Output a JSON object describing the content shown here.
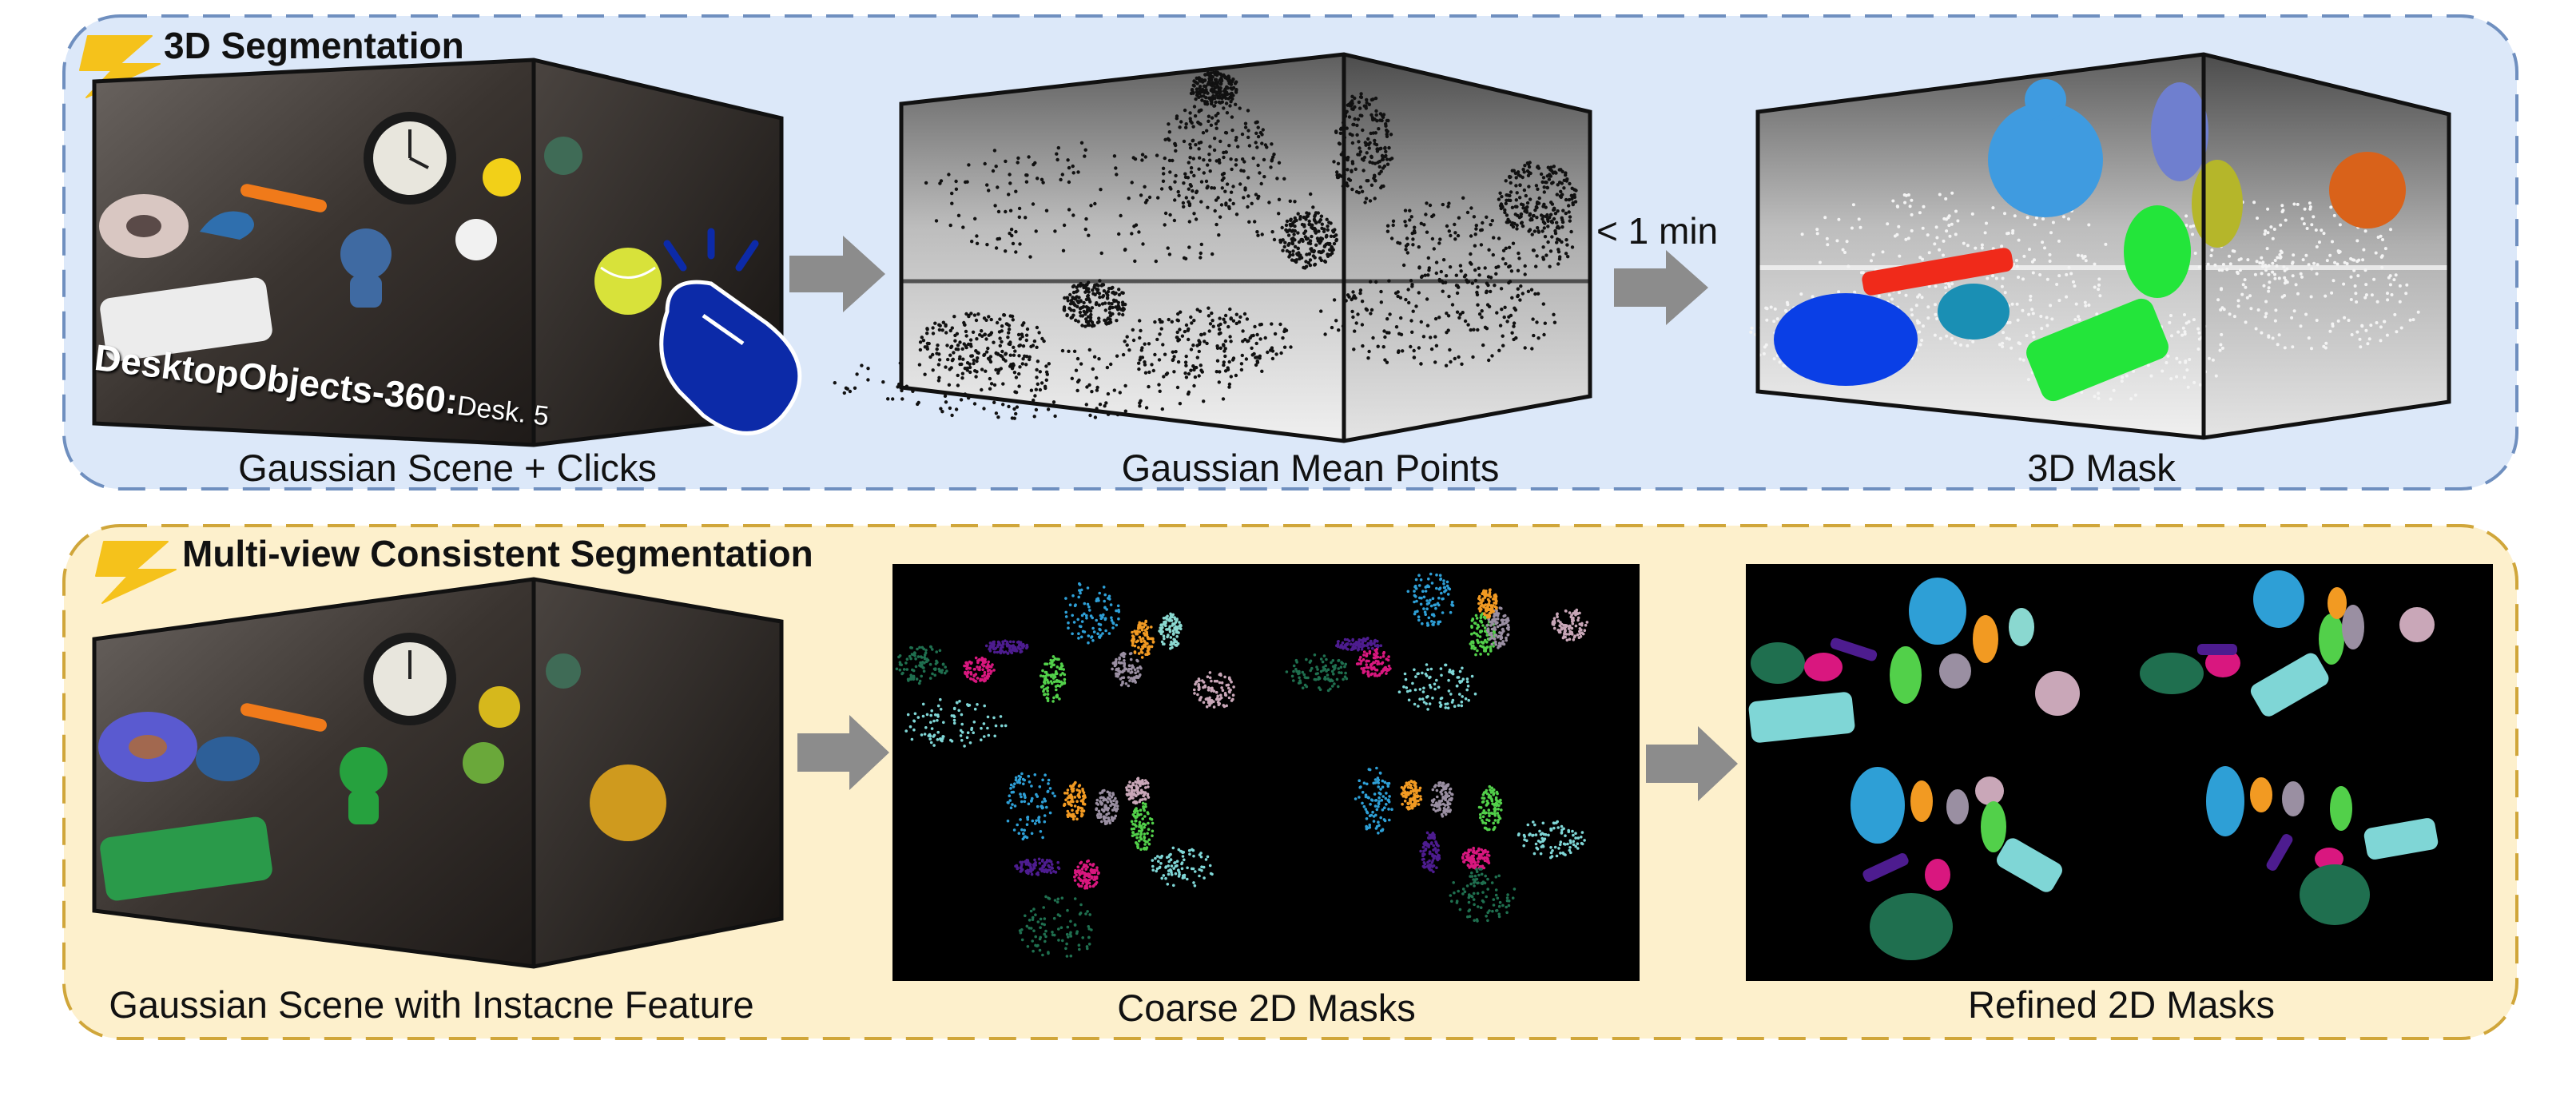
{
  "panels": {
    "top": {
      "title": "3D Segmentation",
      "captions": {
        "scene": "Gaussian Scene + Clicks",
        "points": "Gaussian Mean Points",
        "mask": "3D Mask"
      },
      "dataset_label": "DesktopObjects-360:",
      "dataset_sublabel": "Desk. 5",
      "time_label": "< 1 min"
    },
    "bottom": {
      "title": "Multi-view Consistent Segmentation",
      "captions": {
        "scene": "Gaussian Scene with Instacne Feature",
        "coarse": "Coarse 2D Masks",
        "refined": "Refined 2D Masks"
      }
    }
  },
  "colors": {
    "top_panel_fill": "#dce8f9",
    "top_panel_border": "#6f8fbf",
    "bottom_panel_fill": "#fdf0cc",
    "bottom_panel_border": "#d0a63a",
    "lightning": "#f5c21b",
    "arrow": "#8c8c8c",
    "mouse": "#0c2aa8"
  }
}
